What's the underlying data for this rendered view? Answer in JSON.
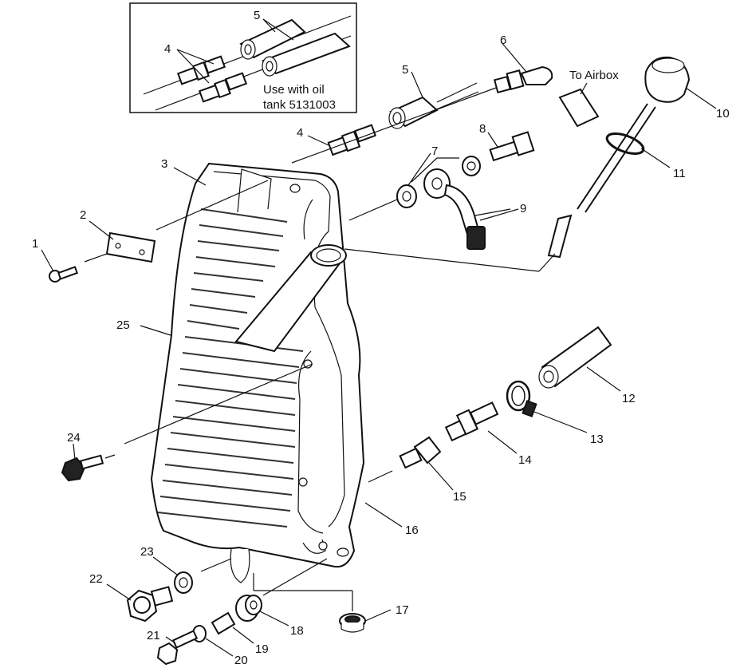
{
  "inset": {
    "note_line1": "Use with oil",
    "note_line2": "tank 5131003",
    "callouts": [
      "4",
      "5"
    ]
  },
  "labels": {
    "to_airbox": "To Airbox"
  },
  "callouts": {
    "c1": "1",
    "c2": "2",
    "c3": "3",
    "c4": "4",
    "c5": "5",
    "c6": "6",
    "c7": "7",
    "c8": "8",
    "c9": "9",
    "c10": "10",
    "c11": "11",
    "c12": "12",
    "c13": "13",
    "c14": "14",
    "c15": "15",
    "c16": "16",
    "c17": "17",
    "c18": "18",
    "c19": "19",
    "c20": "20",
    "c21": "21",
    "c22": "22",
    "c23": "23",
    "c24": "24",
    "c25": "25"
  }
}
